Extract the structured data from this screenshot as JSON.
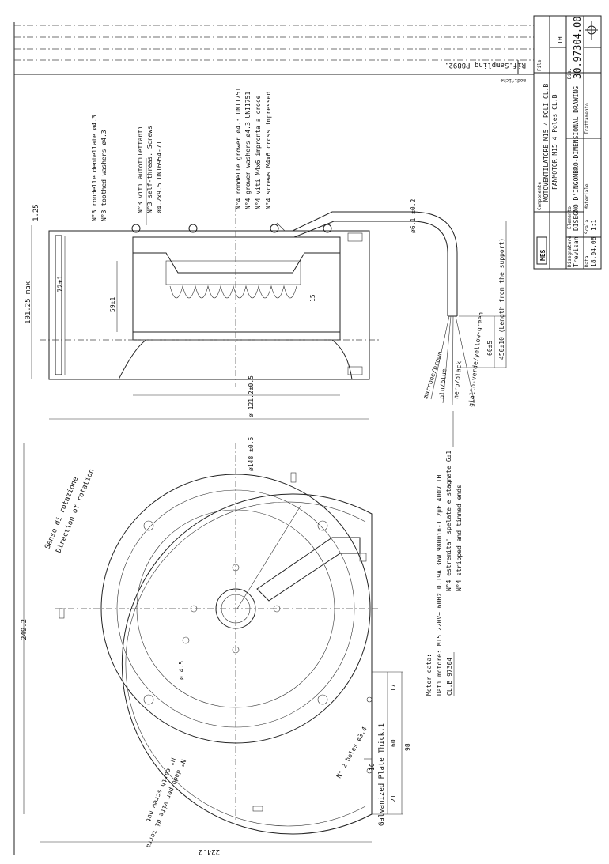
{
  "title_block": {
    "reference": "Rif.Sampling P8892.",
    "modifications_label": "modifiche",
    "file_label": "File",
    "sign": "TH",
    "description_label": "Componente",
    "title_it": "MOTOVENTILATORE M15 4 POLI  CL.B",
    "title_en": "FANMOTOR M15  4 Poles  CL.B",
    "drawing_type_label": "Elemento",
    "drawing_type": "DISEGNO D'INGOMBRO-DIMENSIONAL DRAWING",
    "drawing_number_label": "Dis.",
    "drawing_number": "30.97304.00",
    "designer_label": "Disegnatore",
    "designer": "Trevisan",
    "date_label": "Data",
    "date": "18.04.08",
    "scale_label": "Scala",
    "scale": "1:1",
    "material_label": "Materiale",
    "treatment_label": "Trattamento",
    "company_logo_text": "MES"
  },
  "side_view": {
    "notes": [
      "N°3 rondelle dentellate ø4.3",
      "N°3 toothed washers ø4.3",
      "N°3 viti autofilettanti",
      "N°3 self-threas. Screws",
      "ø4.2x9.5 UNI6954-71",
      "N°4 rondelle grower ø4.3 UNI1751",
      "N°4 grower washers ø4.3 UNI1751",
      "N°4 viti M4x6 impronta a croce",
      "N°4 screws M4x6 cross impressed"
    ],
    "dims": {
      "d1": "1.25",
      "d2": "101.25 max",
      "d3": "72±1",
      "d4": "59±1",
      "d5": "15",
      "d6": "ø 121.2±0.5",
      "d7": "ø148 ±0.5",
      "cable_dia": "ø6.1 ±0.2",
      "wire_len": "60±5",
      "cable_len": "450±10 (Length from the support)"
    },
    "wires": [
      "marrone/brown",
      "blu/blue",
      "nero/black",
      "giallo-verde/yellow-green"
    ],
    "ends_it": "N°4 estremita' spelate e stagnate 6±1",
    "ends_en": "N°4 stripped and tinned ends"
  },
  "front_view": {
    "motor_data_label": "Motor data:",
    "motor_data": "Dati motore: M15 220V~ 60Hz 0.19A 36W 980min-1 2µF 400V TH",
    "motor_class": "CL.B  97304",
    "rotation_it": "Senso di rotazione",
    "rotation_en": "Direction of rotation",
    "dims": {
      "height": "249.2",
      "width": "224.2",
      "hole": "ø 4.5",
      "d17": "17",
      "d60": "60",
      "d98": "98",
      "d10": "10",
      "d21": "21"
    },
    "holes": "N° 2 holes ø3.4",
    "plate": "Galvanized Plate Thick.1",
    "earth_it": "N° dado per vite di terra",
    "earth_en": "N° earth screw nut"
  }
}
